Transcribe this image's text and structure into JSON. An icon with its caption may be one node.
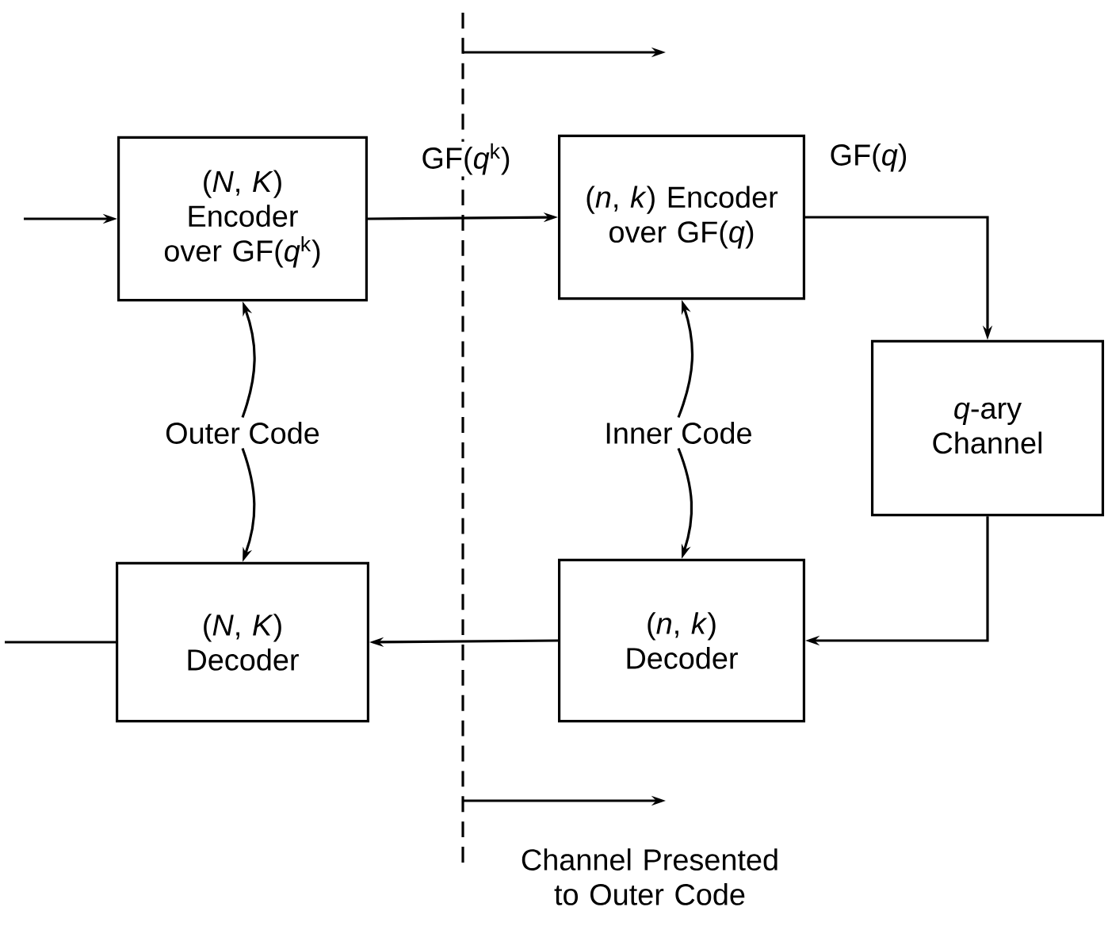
{
  "diagram": {
    "nodes": [
      {
        "text": [
          "(*N*, *K*) Encoder over GF(*q*$^{k}$)"
        ]
      },
      {
        "text": [
          "(*n*, *k*) Encoder over GF(*q*)"
        ]
      },
      {
        "text": [
          "*q*-ary Channel"
        ]
      },
      {
        "text": [
          "(*n*, *k*) Decoder"
        ]
      },
      {
        "text": [
          "(*N*, *K*) Decoder"
        ]
      },
      {
        "text": [
          "Outer Code"
        ]
      },
      {
        "text": [
          "Inner Code"
        ]
      }
    ],
    "edges": [
      {
        "from": null,
        "to": 0,
        "arrow": "to"
      },
      {
        "from": 0,
        "to": 1,
        "arrow": "to",
        "label": "GF(*q*$^{k}$)"
      },
      {
        "from": 1,
        "to": 2,
        "arrow": "to",
        "label": "GF(*q*)"
      },
      {
        "from": 2,
        "to": 3,
        "arrow": "to"
      },
      {
        "from": 3,
        "to": 4,
        "arrow": "to"
      },
      {
        "from": 4,
        "to": null,
        "arrow": "none"
      },
      {
        "from": 5,
        "to": 0,
        "arrow": "to"
      },
      {
        "from": 5,
        "to": 4,
        "arrow": "to"
      },
      {
        "from": 6,
        "to": 1,
        "arrow": "to"
      },
      {
        "from": 6,
        "to": 3,
        "arrow": "to"
      }
    ],
    "labels": [
      "Channel Presented to Outer Code"
    ]
  }
}
